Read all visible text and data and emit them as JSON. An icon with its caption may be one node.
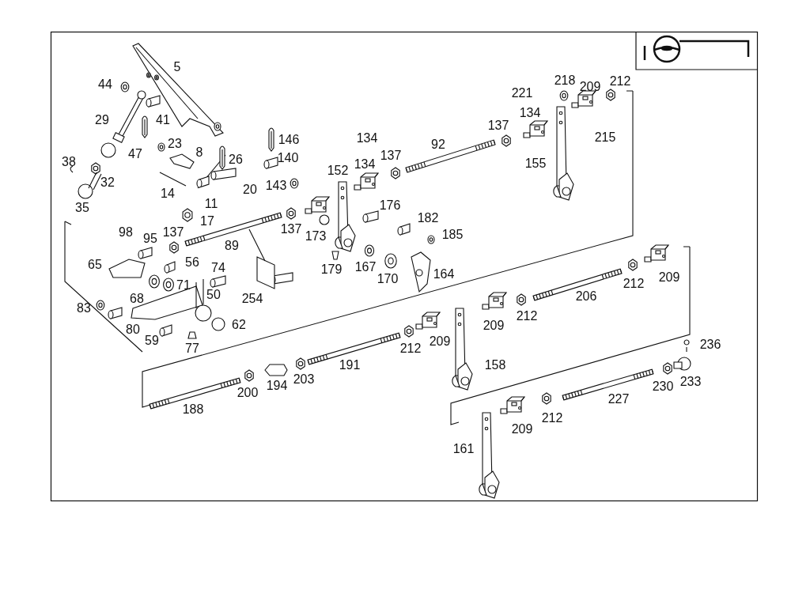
{
  "diagram": {
    "labels": [
      "5",
      "44",
      "29",
      "41",
      "47",
      "23",
      "8",
      "26",
      "146",
      "140",
      "143",
      "20",
      "14",
      "11",
      "17",
      "38",
      "32",
      "35",
      "134",
      "221",
      "218",
      "209",
      "212",
      "137",
      "134",
      "215",
      "92",
      "137",
      "134",
      "152",
      "155",
      "176",
      "182",
      "185",
      "98",
      "95",
      "137",
      "89",
      "137",
      "173",
      "179",
      "167",
      "170",
      "164",
      "65",
      "56",
      "74",
      "68",
      "71",
      "50",
      "254",
      "83",
      "80",
      "62",
      "59",
      "77",
      "212",
      "209",
      "206",
      "209",
      "212",
      "212",
      "209",
      "158",
      "191",
      "203",
      "194",
      "200",
      "188",
      "236",
      "233",
      "230",
      "227",
      "212",
      "209",
      "161"
    ]
  }
}
